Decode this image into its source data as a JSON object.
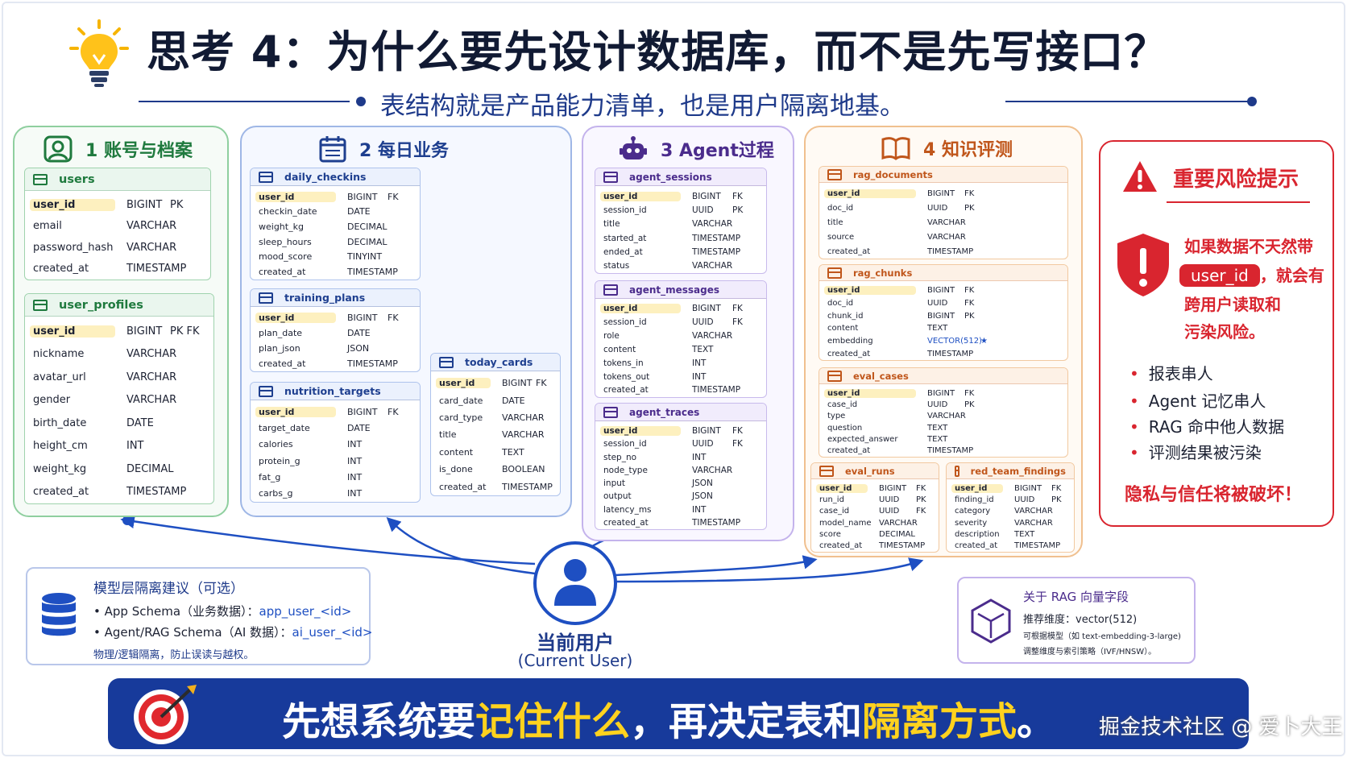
{
  "header": {
    "title": "思考 4：为什么要先设计数据库，而不是先写接口？",
    "subtitle": "表结构就是产品能力清单，也是用户隔离地基。"
  },
  "panels": {
    "account": {
      "title": "1 账号与档案",
      "color": "#1f7a3e",
      "tables": [
        {
          "name": "users",
          "rows": [
            {
              "col": "user_id",
              "type": "BIGINT",
              "key": "PK",
              "hl": true
            },
            {
              "col": "email",
              "type": "VARCHAR",
              "key": ""
            },
            {
              "col": "password_hash",
              "type": "VARCHAR",
              "key": ""
            },
            {
              "col": "created_at",
              "type": "TIMESTAMP",
              "key": ""
            }
          ]
        },
        {
          "name": "user_profiles",
          "rows": [
            {
              "col": "user_id",
              "type": "BIGINT",
              "key": "PK FK",
              "hl": true
            },
            {
              "col": "nickname",
              "type": "VARCHAR",
              "key": ""
            },
            {
              "col": "avatar_url",
              "type": "VARCHAR",
              "key": ""
            },
            {
              "col": "gender",
              "type": "VARCHAR",
              "key": ""
            },
            {
              "col": "birth_date",
              "type": "DATE",
              "key": ""
            },
            {
              "col": "height_cm",
              "type": "INT",
              "key": ""
            },
            {
              "col": "weight_kg",
              "type": "DECIMAL",
              "key": ""
            },
            {
              "col": "created_at",
              "type": "TIMESTAMP",
              "key": ""
            }
          ]
        }
      ]
    },
    "daily": {
      "title": "2 每日业务",
      "color": "#1e3f8f",
      "tables": [
        {
          "name": "daily_checkins",
          "rows": [
            {
              "col": "user_id",
              "type": "BIGINT",
              "key": "FK",
              "hl": true
            },
            {
              "col": "checkin_date",
              "type": "DATE",
              "key": ""
            },
            {
              "col": "weight_kg",
              "type": "DECIMAL",
              "key": ""
            },
            {
              "col": "sleep_hours",
              "type": "DECIMAL",
              "key": ""
            },
            {
              "col": "mood_score",
              "type": "TINYINT",
              "key": ""
            },
            {
              "col": "created_at",
              "type": "TIMESTAMP",
              "key": ""
            }
          ]
        },
        {
          "name": "training_plans",
          "rows": [
            {
              "col": "user_id",
              "type": "BIGINT",
              "key": "FK",
              "hl": true
            },
            {
              "col": "plan_date",
              "type": "DATE",
              "key": ""
            },
            {
              "col": "plan_json",
              "type": "JSON",
              "key": ""
            },
            {
              "col": "created_at",
              "type": "TIMESTAMP",
              "key": ""
            }
          ]
        },
        {
          "name": "nutrition_targets",
          "rows": [
            {
              "col": "user_id",
              "type": "BIGINT",
              "key": "FK",
              "hl": true
            },
            {
              "col": "target_date",
              "type": "DATE",
              "key": ""
            },
            {
              "col": "calories",
              "type": "INT",
              "key": ""
            },
            {
              "col": "protein_g",
              "type": "INT",
              "key": ""
            },
            {
              "col": "fat_g",
              "type": "INT",
              "key": ""
            },
            {
              "col": "carbs_g",
              "type": "INT",
              "key": ""
            }
          ]
        },
        {
          "name": "today_cards",
          "rows": [
            {
              "col": "user_id",
              "type": "BIGINT",
              "key": "FK",
              "hl": true
            },
            {
              "col": "card_date",
              "type": "DATE",
              "key": ""
            },
            {
              "col": "card_type",
              "type": "VARCHAR",
              "key": ""
            },
            {
              "col": "title",
              "type": "VARCHAR",
              "key": ""
            },
            {
              "col": "content",
              "type": "TEXT",
              "key": ""
            },
            {
              "col": "is_done",
              "type": "BOOLEAN",
              "key": ""
            },
            {
              "col": "created_at",
              "type": "TIMESTAMP",
              "key": ""
            }
          ]
        }
      ]
    },
    "agent": {
      "title": "3 Agent过程",
      "color": "#4b2c8c",
      "tables": [
        {
          "name": "agent_sessions",
          "rows": [
            {
              "col": "user_id",
              "type": "BIGINT",
              "key": "FK",
              "hl": true
            },
            {
              "col": "session_id",
              "type": "UUID",
              "key": "PK"
            },
            {
              "col": "title",
              "type": "VARCHAR",
              "key": ""
            },
            {
              "col": "started_at",
              "type": "TIMESTAMP",
              "key": ""
            },
            {
              "col": "ended_at",
              "type": "TIMESTAMP",
              "key": ""
            },
            {
              "col": "status",
              "type": "VARCHAR",
              "key": ""
            }
          ]
        },
        {
          "name": "agent_messages",
          "rows": [
            {
              "col": "user_id",
              "type": "BIGINT",
              "key": "FK",
              "hl": true
            },
            {
              "col": "session_id",
              "type": "UUID",
              "key": "FK"
            },
            {
              "col": "role",
              "type": "VARCHAR",
              "key": ""
            },
            {
              "col": "content",
              "type": "TEXT",
              "key": ""
            },
            {
              "col": "tokens_in",
              "type": "INT",
              "key": ""
            },
            {
              "col": "tokens_out",
              "type": "INT",
              "key": ""
            },
            {
              "col": "created_at",
              "type": "TIMESTAMP",
              "key": ""
            }
          ]
        },
        {
          "name": "agent_traces",
          "rows": [
            {
              "col": "user_id",
              "type": "BIGINT",
              "key": "FK",
              "hl": true
            },
            {
              "col": "session_id",
              "type": "UUID",
              "key": "FK"
            },
            {
              "col": "step_no",
              "type": "INT",
              "key": ""
            },
            {
              "col": "node_type",
              "type": "VARCHAR",
              "key": ""
            },
            {
              "col": "input",
              "type": "JSON",
              "key": ""
            },
            {
              "col": "output",
              "type": "JSON",
              "key": ""
            },
            {
              "col": "latency_ms",
              "type": "INT",
              "key": ""
            },
            {
              "col": "created_at",
              "type": "TIMESTAMP",
              "key": ""
            }
          ]
        }
      ]
    },
    "knowledge": {
      "title": "4 知识评测",
      "color": "#c0561b",
      "tables": [
        {
          "name": "rag_documents",
          "rows": [
            {
              "col": "user_id",
              "type": "BIGINT",
              "key": "FK",
              "hl": true
            },
            {
              "col": "doc_id",
              "type": "UUID",
              "key": "PK"
            },
            {
              "col": "title",
              "type": "VARCHAR",
              "key": ""
            },
            {
              "col": "source",
              "type": "VARCHAR",
              "key": ""
            },
            {
              "col": "created_at",
              "type": "TIMESTAMP",
              "key": ""
            }
          ]
        },
        {
          "name": "rag_chunks",
          "rows": [
            {
              "col": "user_id",
              "type": "BIGINT",
              "key": "FK",
              "hl": true
            },
            {
              "col": "doc_id",
              "type": "UUID",
              "key": "FK"
            },
            {
              "col": "chunk_id",
              "type": "BIGINT",
              "key": "PK"
            },
            {
              "col": "content",
              "type": "TEXT",
              "key": ""
            },
            {
              "col": "embedding",
              "type": "VECTOR(512)",
              "key": "★",
              "vec": true
            },
            {
              "col": "created_at",
              "type": "TIMESTAMP",
              "key": ""
            }
          ]
        },
        {
          "name": "eval_cases",
          "rows": [
            {
              "col": "user_id",
              "type": "BIGINT",
              "key": "FK",
              "hl": true
            },
            {
              "col": "case_id",
              "type": "UUID",
              "key": "PK"
            },
            {
              "col": "type",
              "type": "VARCHAR",
              "key": ""
            },
            {
              "col": "question",
              "type": "TEXT",
              "key": ""
            },
            {
              "col": "expected_answer",
              "type": "TEXT",
              "key": ""
            },
            {
              "col": "created_at",
              "type": "TIMESTAMP",
              "key": ""
            }
          ]
        },
        {
          "name": "eval_runs",
          "rows": [
            {
              "col": "user_id",
              "type": "BIGINT",
              "key": "FK",
              "hl": true
            },
            {
              "col": "run_id",
              "type": "UUID",
              "key": "PK"
            },
            {
              "col": "case_id",
              "type": "UUID",
              "key": "FK"
            },
            {
              "col": "model_name",
              "type": "VARCHAR",
              "key": ""
            },
            {
              "col": "score",
              "type": "DECIMAL",
              "key": ""
            },
            {
              "col": "created_at",
              "type": "TIMESTAMP",
              "key": ""
            }
          ]
        },
        {
          "name": "red_team_findings",
          "rows": [
            {
              "col": "user_id",
              "type": "BIGINT",
              "key": "FK",
              "hl": true
            },
            {
              "col": "finding_id",
              "type": "UUID",
              "key": "PK"
            },
            {
              "col": "category",
              "type": "VARCHAR",
              "key": ""
            },
            {
              "col": "severity",
              "type": "VARCHAR",
              "key": ""
            },
            {
              "col": "description",
              "type": "TEXT",
              "key": ""
            },
            {
              "col": "created_at",
              "type": "TIMESTAMP",
              "key": ""
            }
          ]
        }
      ]
    }
  },
  "risk": {
    "title": "重要风险提示",
    "line1": "如果数据不天然带",
    "badge": "user_id",
    "line2_suffix": "，就会有",
    "line3": "跨用户读取和",
    "line4": "污染风险。",
    "bullets": [
      "报表串人",
      "Agent 记忆串人",
      "RAG 命中他人数据",
      "评测结果被污染"
    ],
    "footer": "隐私与信任将被破坏！",
    "color": "#d9252f"
  },
  "current_user": {
    "label": "当前用户",
    "label_en": "(Current User)"
  },
  "schema_note": {
    "title": "模型层隔离建议（可选）",
    "b1_prefix": "App Schema（业务数据）：",
    "b1_value": "app_user_<id>",
    "b2_prefix": "Agent/RAG Schema（AI 数据）：",
    "b2_value": "ai_user_<id>",
    "footer": "物理/逻辑隔离，防止误读与越权。"
  },
  "rag_note": {
    "title": "关于 RAG 向量字段",
    "line1": "推荐维度：vector(512)",
    "line2": "可根据模型（如 text-embedding-3-large)",
    "line3": "调整维度与索引策略（IVF/HNSW）。"
  },
  "banner": {
    "part1": "先想系统要",
    "part2": "记住什么",
    "part3": "，再决定表和",
    "part4": "隔离方式",
    "part5": "。",
    "watermark": "掘金技术社区 @ 爱卜大王"
  }
}
